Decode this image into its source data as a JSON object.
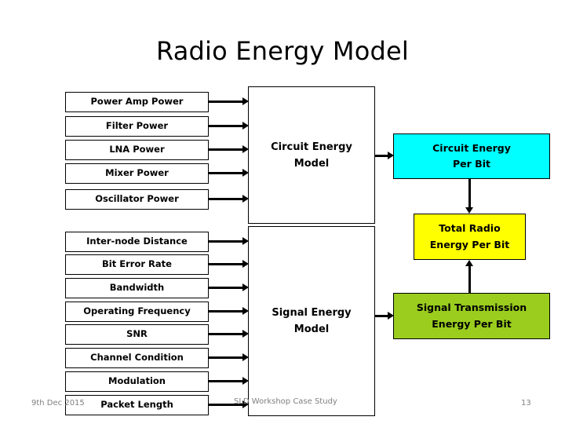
{
  "slide": {
    "title": "Radio Energy Model",
    "page_number": "13"
  },
  "footer": {
    "date": "9th Dec 2015",
    "center": "SLD Workshop Case Study",
    "page": "13"
  },
  "colors": {
    "circuit_energy_per_bit": "#00FFFF",
    "total_radio_energy_per_bit": "#FFFF00",
    "signal_transmission_energy_per_bit": "#9ACD1E",
    "box_border": "#000000",
    "box_fill": "#FFFFFF",
    "connector": "#000000"
  },
  "circuit_inputs": [
    {
      "label": "Power Amp Power"
    },
    {
      "label": "Filter Power"
    },
    {
      "label": "LNA Power"
    },
    {
      "label": "Mixer Power"
    },
    {
      "label": "Oscillator Power"
    }
  ],
  "signal_inputs": [
    {
      "label": "Inter-node Distance"
    },
    {
      "label": "Bit Error Rate"
    },
    {
      "label": "Bandwidth"
    },
    {
      "label": "Operating Frequency"
    },
    {
      "label": "SNR"
    },
    {
      "label": "Channel Condition"
    },
    {
      "label": "Modulation"
    },
    {
      "label": "Packet Length"
    }
  ],
  "models": {
    "circuit": {
      "line1": "Circuit Energy",
      "line2": "Model"
    },
    "signal": {
      "line1": "Signal Energy",
      "line2": "Model"
    }
  },
  "outputs": {
    "circuit_energy_per_bit": {
      "line1": "Circuit Energy",
      "line2": "Per Bit"
    },
    "total_radio_energy_per_bit": {
      "line1": "Total Radio",
      "line2": "Energy Per Bit"
    },
    "signal_transmission_energy_per_bit": {
      "line1": "Signal Transmission",
      "line2": "Energy Per Bit"
    }
  }
}
